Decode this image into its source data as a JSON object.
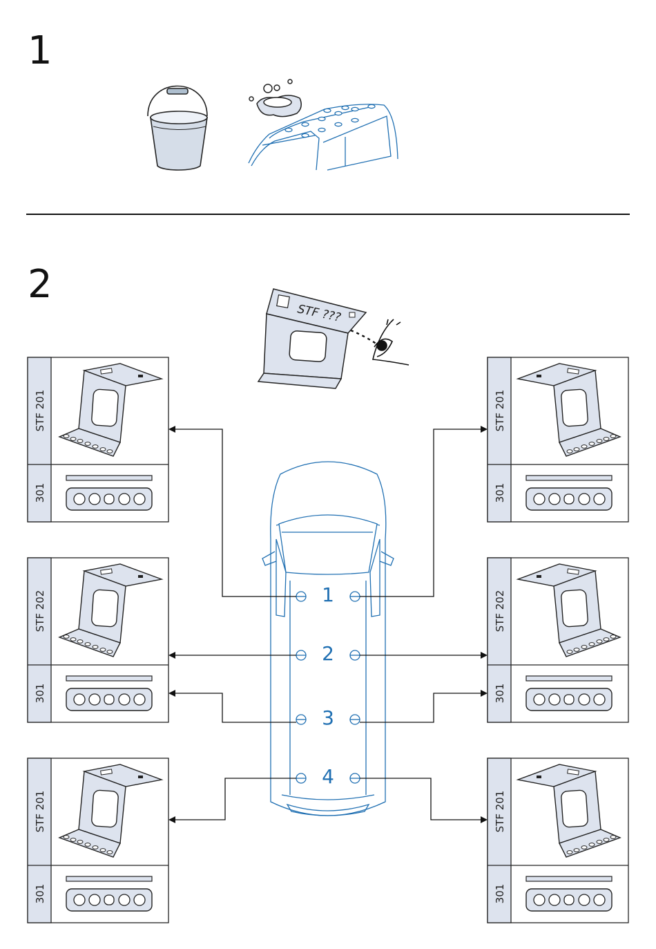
{
  "steps": [
    {
      "number": "1"
    },
    {
      "number": "2"
    }
  ],
  "check_label": {
    "text": "STF ???"
  },
  "car_positions": [
    "1",
    "2",
    "3",
    "4"
  ],
  "modules": [
    {
      "side": "left",
      "bracket_label": "STF 201",
      "plate_label": "301"
    },
    {
      "side": "left",
      "bracket_label": "STF 202",
      "plate_label": "301"
    },
    {
      "side": "left",
      "bracket_label": "STF 201",
      "plate_label": "301"
    },
    {
      "side": "right",
      "bracket_label": "STF 201",
      "plate_label": "301"
    },
    {
      "side": "right",
      "bracket_label": "STF 202",
      "plate_label": "301"
    },
    {
      "side": "right",
      "bracket_label": "STF 201",
      "plate_label": "301"
    }
  ],
  "icons": [
    "bucket-icon",
    "sponge-icon",
    "car-roof-icon",
    "eye-icon",
    "bracket-icon",
    "plate-icon",
    "car-topview-icon"
  ],
  "colors": {
    "accent": "#1f6fb2",
    "panel_fill": "#dde3ee",
    "line": "#111111"
  }
}
